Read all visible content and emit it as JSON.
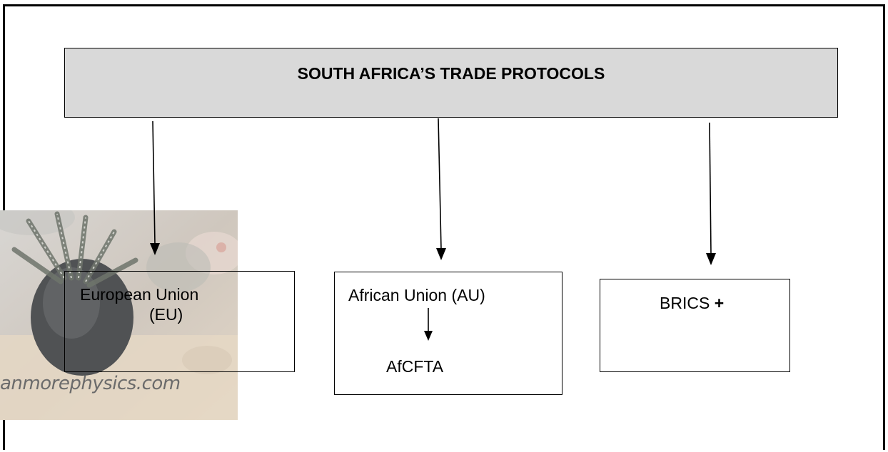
{
  "diagram": {
    "title": "SOUTH AFRICA’S TRADE PROTOCOLS",
    "nodes": {
      "eu": {
        "line1": "European Union",
        "line2": "(EU)"
      },
      "au": {
        "label": "African Union (AU)",
        "child": "AfCFTA"
      },
      "brics": {
        "label": "BRICS",
        "suffix": "+"
      }
    },
    "watermark": "anmorephysics.com"
  },
  "colors": {
    "title_fill": "#d9d9d9",
    "line": "#000000"
  }
}
